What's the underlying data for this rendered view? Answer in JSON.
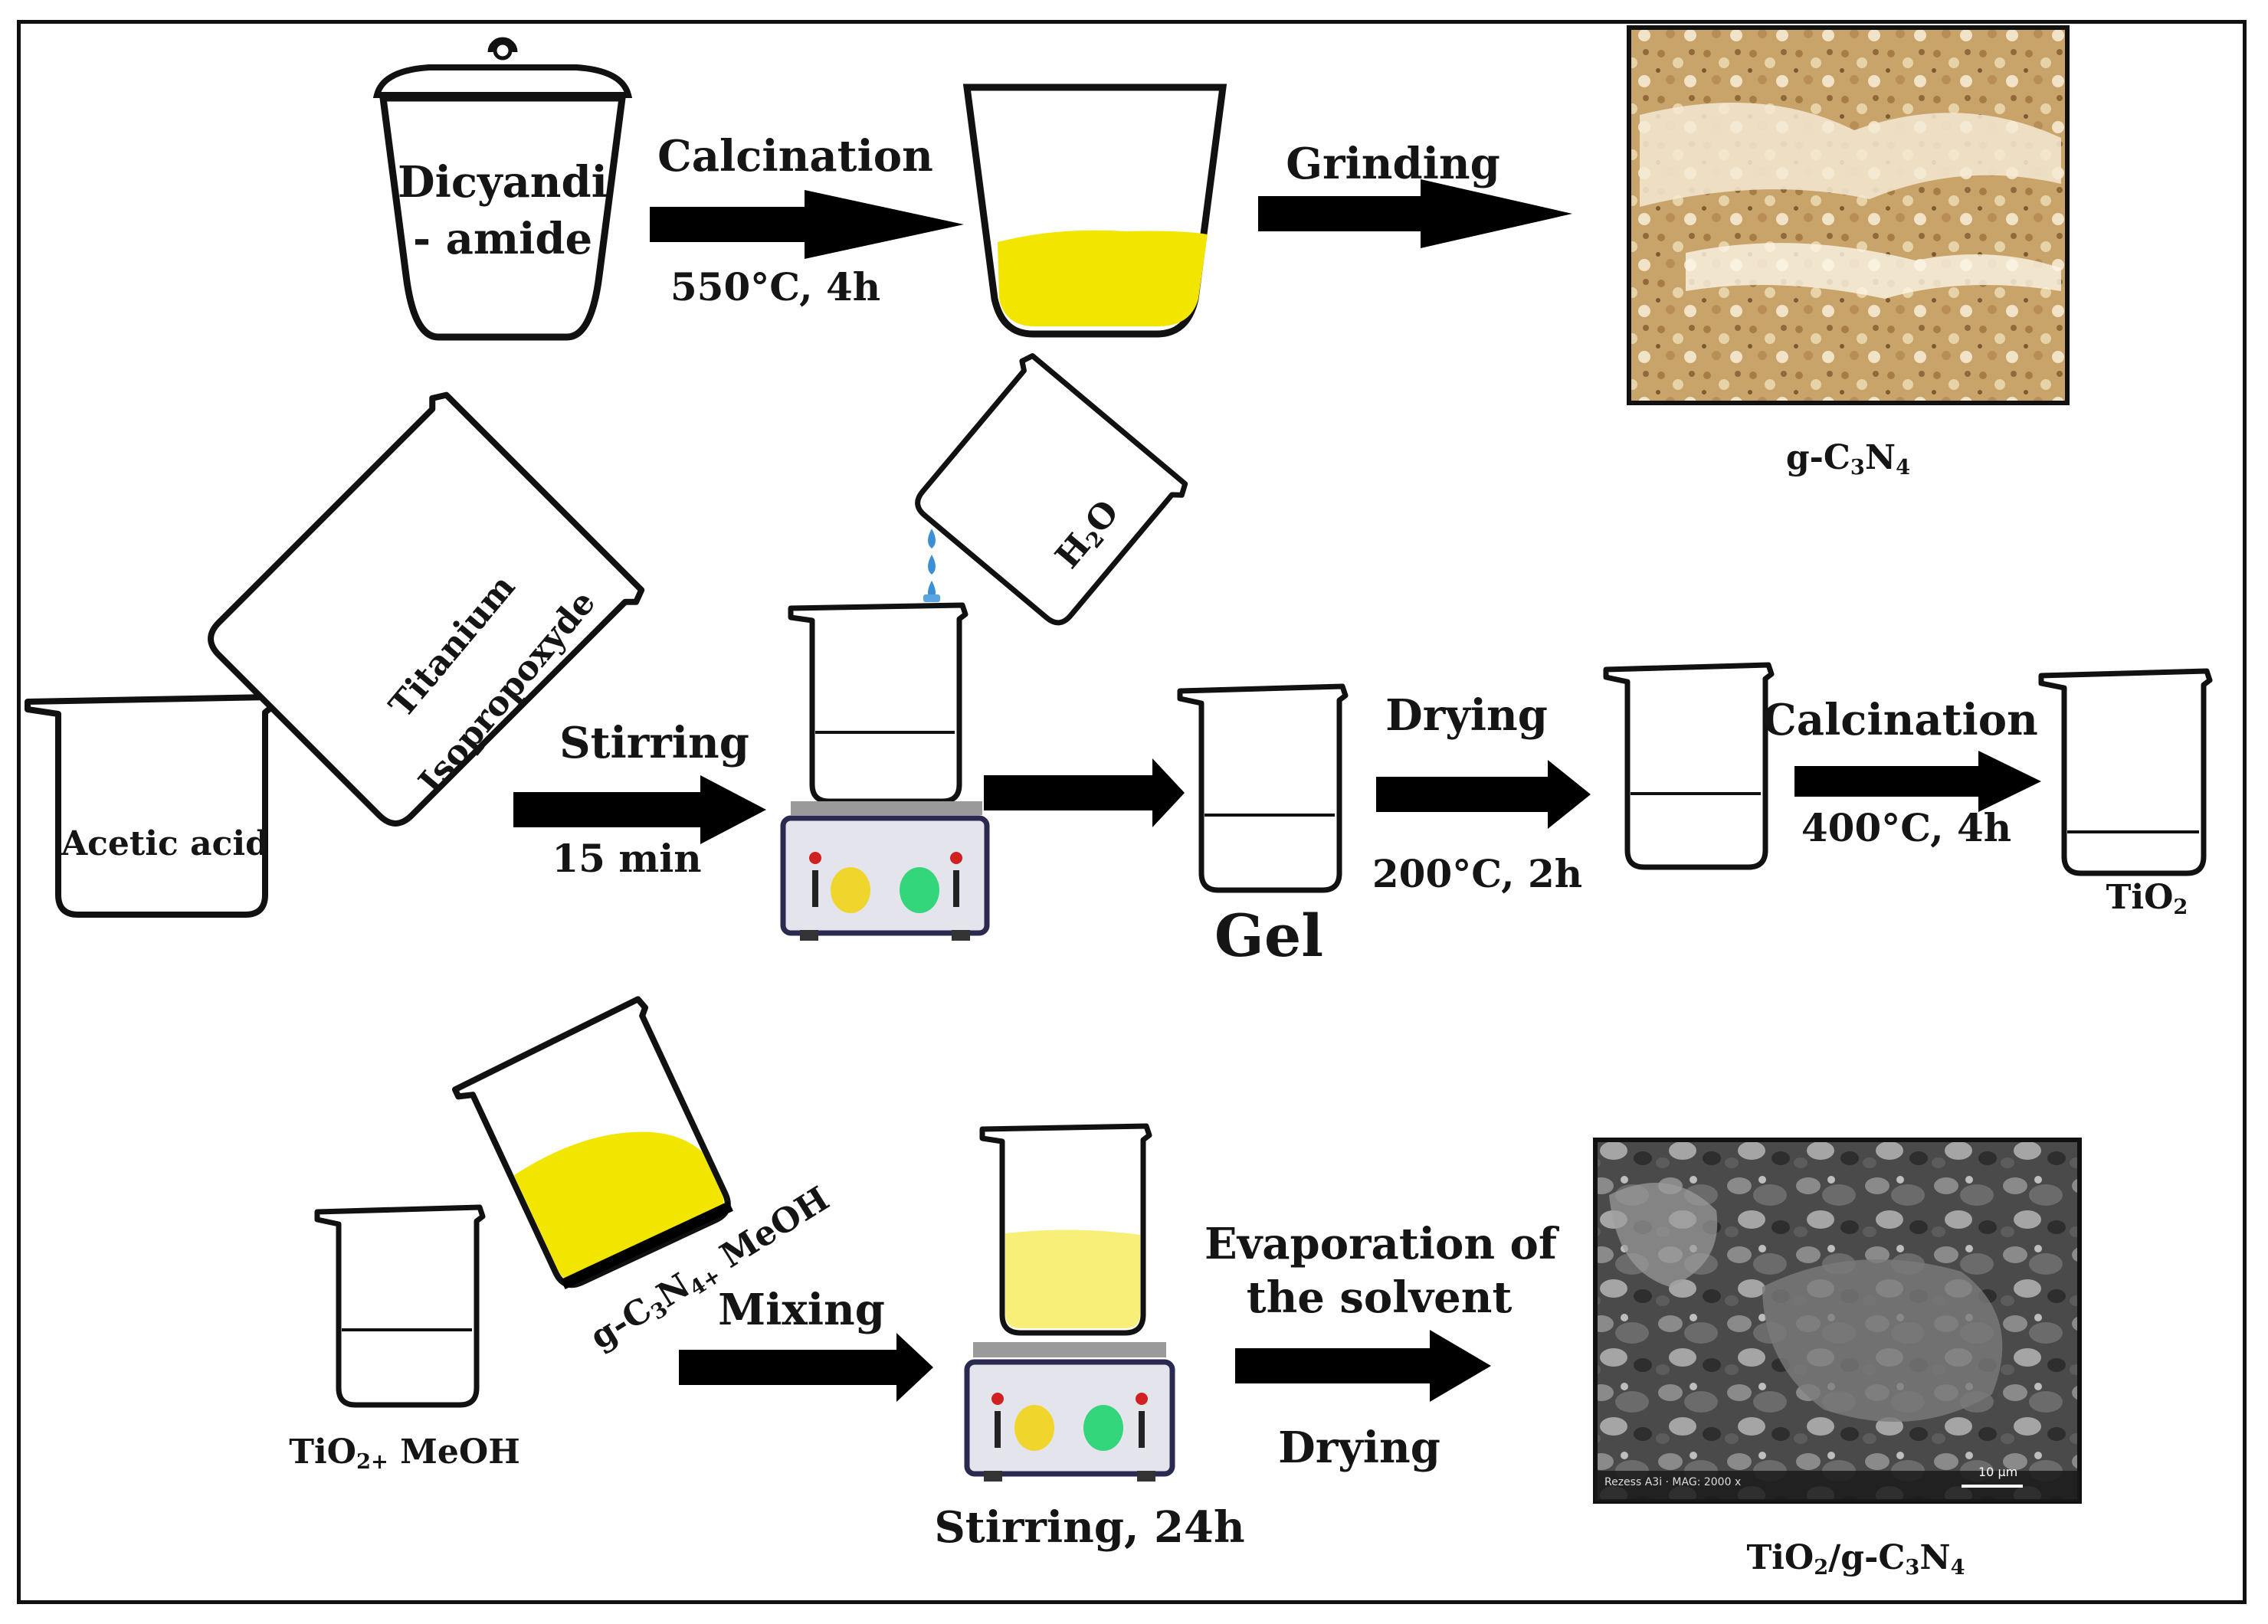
{
  "step1": {
    "crucible_label_line1": "Dicyandi",
    "crucible_label_line2": "- amide",
    "calcination_label": "Calcination",
    "calcination_conditions": "550°C, 4h",
    "grinding_label": "Grinding",
    "product_label_prefix": "g-C",
    "product_sub1": "3",
    "product_label_mid": "N",
    "product_sub2": "4"
  },
  "step2": {
    "acetic_acid_label": "Acetic acid",
    "titanium_label_line1": "Titanium",
    "titanium_label_line2": "Isopropoxyde",
    "water_label_prefix": "H",
    "water_sub": "2",
    "water_label_suffix": "O",
    "stirring_label": "Stirring",
    "stirring_time": "15 min",
    "gel_label": "Gel",
    "drying_label": "Drying",
    "drying_conditions": "200°C, 2h",
    "calcination_label": "Calcination",
    "calcination_conditions": "400°C, 4h",
    "tio2_prefix": "TiO",
    "tio2_sub": "2"
  },
  "step3": {
    "tio2_meoh_prefix": "TiO",
    "tio2_meoh_sub": "2+",
    "tio2_meoh_suffix": " MeOH",
    "gcn_meoh_prefix": "g-C",
    "gcn_meoh_sub1": "3",
    "gcn_meoh_mid": "N",
    "gcn_meoh_sub2": "4+",
    "gcn_meoh_suffix": " MeOH",
    "mixing_label": "Mixing",
    "stirring_label": "Stirring, 24h",
    "evaporation_line1": "Evaporation of",
    "evaporation_line2": "the solvent",
    "drying_label": "Drying",
    "composite_prefix": "TiO",
    "composite_sub1": "2",
    "composite_mid": "/g-C",
    "composite_sub2": "3",
    "composite_mid2": "N",
    "composite_sub3": "4",
    "sem_caption_left": "Rezess A3i · MAG: 2000 x",
    "sem_scale": "10 µm"
  },
  "colors": {
    "yellow_powder": "#f2e600",
    "pale_yellow_solution": "#f7ef78",
    "stirrer_body": "#e4e4ec",
    "stirrer_knob_yellow": "#f0d52c",
    "stirrer_knob_green": "#33d67a",
    "arrow": "#000000"
  }
}
